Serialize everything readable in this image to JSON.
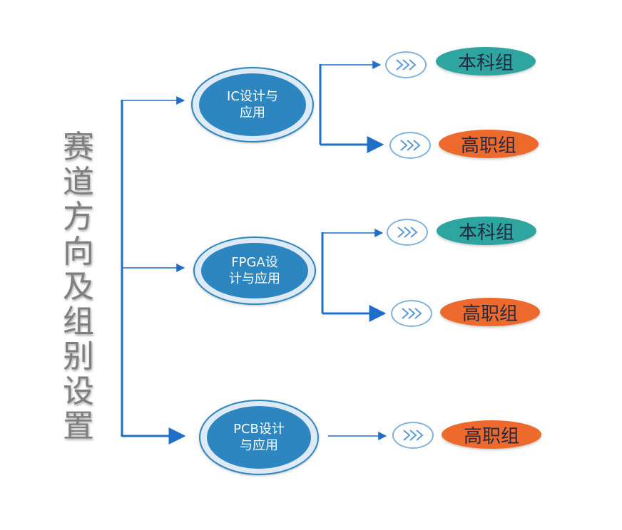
{
  "title": "赛道方向及组别设置",
  "tracks": [
    {
      "label": "IC设计与\n应用",
      "groups": [
        {
          "label": "本科组",
          "color": "#2ea59e"
        },
        {
          "label": "高职组",
          "color": "#ee6a2c"
        }
      ]
    },
    {
      "label": "FPGA设\n计与应用",
      "groups": [
        {
          "label": "本科组",
          "color": "#2ea59e"
        },
        {
          "label": "高职组",
          "color": "#ee6a2c"
        }
      ]
    },
    {
      "label": "PCB设计\n与应用",
      "groups": [
        {
          "label": "高职组",
          "color": "#ee6a2c"
        }
      ]
    }
  ],
  "colors": {
    "connector": "#1f6fc9",
    "track_fill": "#2e86c1",
    "track_ring": "#deeaf6"
  },
  "icons": {
    "badge": "double-chevron-right-icon"
  }
}
